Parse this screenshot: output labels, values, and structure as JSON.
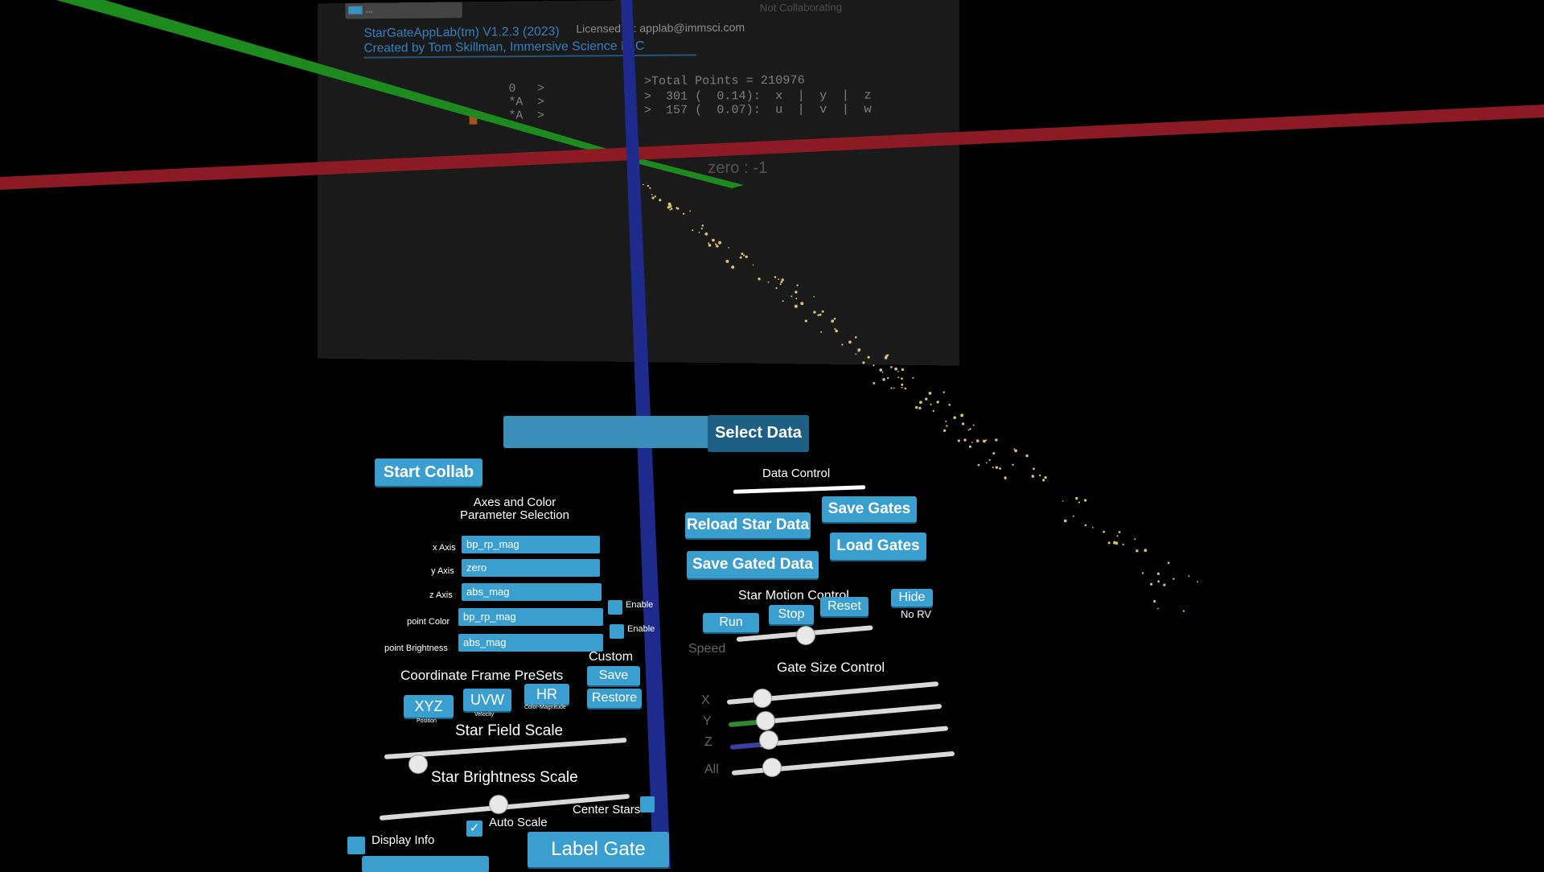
{
  "info_panel": {
    "status": "Not Collaborating",
    "app_title": "StarGateAppLab(tm) V1.2.3 (2023)",
    "license": "Licensed to: applab@immsci.com",
    "creator": "Created by Tom Skillman, Immersive Science LLC",
    "total_points": ">Total Points = 210976",
    "row1_left": "0   >",
    "row2_left": "*A  >",
    "row3_left": "*A  >",
    "row1_right": ">  301 (  0.14):  x  |  y  |  z",
    "row2_right": ">  157 (  0.07):  u  |  v  |  w",
    "zero_label": "zero : -1"
  },
  "controls": {
    "start_collab": "Start Collab",
    "select_data": "Select Data",
    "data_control": "Data Control",
    "reload_star_data": "Reload Star Data",
    "save_gates": "Save Gates",
    "save_gated_data": "Save Gated Data",
    "load_gates": "Load Gates",
    "axes_title_1": "Axes and Color",
    "axes_title_2": "Parameter Selection",
    "x_axis_label": "x Axis",
    "x_axis_value": "bp_rp_mag",
    "y_axis_label": "y Axis",
    "y_axis_value": "zero",
    "z_axis_label": "z Axis",
    "z_axis_value": "abs_mag",
    "point_color_label": "point Color",
    "point_color_value": "bp_rp_mag",
    "point_brightness_label": "point Brightness",
    "point_brightness_value": "abs_mag",
    "enable_1": "Enable",
    "enable_2": "Enable",
    "coord_presets": "Coordinate Frame PreSets",
    "custom": "Custom",
    "custom_save": "Save",
    "custom_restore": "Restore",
    "xyz": "XYZ",
    "xyz_sub": "Position",
    "uvw": "UVW",
    "uvw_sub": "Velocity",
    "hr": "HR",
    "hr_sub": "Color-Magnitude",
    "star_field_scale": "Star Field Scale",
    "star_brightness_scale": "Star Brightness Scale",
    "display_info": "Display Info",
    "auto_scale": "Auto Scale",
    "center_stars": "Center Stars",
    "label_gate": "Label Gate",
    "star_motion_control": "Star Motion Control",
    "run": "Run",
    "stop": "Stop",
    "reset": "Reset",
    "hide": "Hide",
    "no_rv": "No RV",
    "speed": "Speed",
    "gate_size_control": "Gate Size Control",
    "gate_x": "X",
    "gate_y": "Y",
    "gate_z": "Z",
    "gate_all": "All"
  },
  "slider_levels": {
    "star_field_scale": 0.15,
    "star_brightness_scale": 0.48,
    "speed": 0.5,
    "gate_x": 0.15,
    "gate_y": 0.15,
    "gate_z": 0.15,
    "gate_all": 0.15
  },
  "colors": {
    "accent": "#3a9fcf",
    "x_axis_red": "#8c1a24",
    "y_axis_green": "#1c8a1c",
    "z_axis_blue": "#1e2a8c",
    "star_dots": "#d8c070"
  }
}
